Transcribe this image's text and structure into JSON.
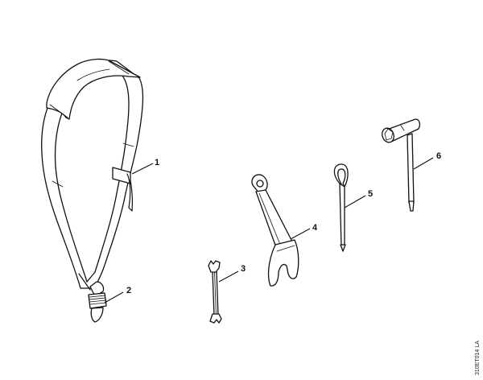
{
  "diagram": {
    "type": "parts-illustration",
    "reference_code": "310ET014 LA",
    "parts": [
      {
        "number": "1",
        "description": "harness strap"
      },
      {
        "number": "2",
        "description": "carabiner snap hook"
      },
      {
        "number": "3",
        "description": "double open-end wrench"
      },
      {
        "number": "4",
        "description": "open-end spanner"
      },
      {
        "number": "5",
        "description": "hook tool / pin"
      },
      {
        "number": "6",
        "description": "combination wrench / screwdriver"
      }
    ]
  },
  "colors": {
    "line": "#111111",
    "background": "#ffffff"
  }
}
